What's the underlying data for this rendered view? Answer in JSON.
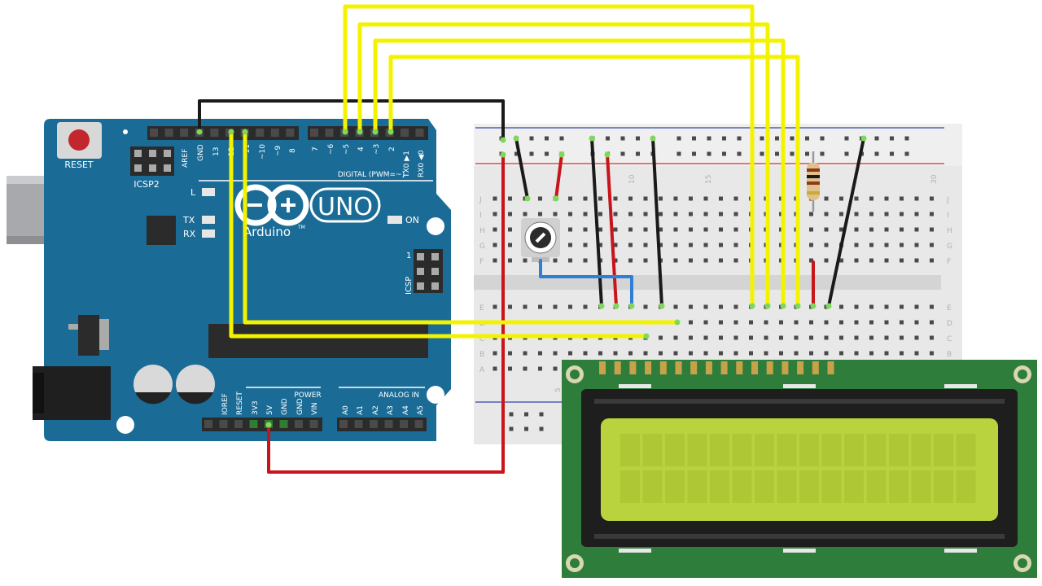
{
  "arduino": {
    "reset_label": "RESET",
    "icsp2_label": "ICSP2",
    "icsp_label": "ICSP",
    "top_header_labels": [
      "AREF",
      "GND",
      "13",
      "12",
      "~11",
      "~10",
      "~9",
      "8"
    ],
    "digital_header_labels": [
      "7",
      "~6",
      "~5",
      "4",
      "~3",
      "2",
      "TX0 ▶1",
      "RX0 ◀0"
    ],
    "digital_title": "DIGITAL (PWM=~)",
    "uno_label": "UNO",
    "brand": "Arduino",
    "trademark": "TM",
    "led_l": "L",
    "led_tx": "TX",
    "led_rx": "RX",
    "on_label": "ON",
    "icsp_pin1": "1",
    "power_title": "POWER",
    "power_labels": [
      "IOREF",
      "RESET",
      "3V3",
      "5V",
      "GND",
      "GND",
      "VIN"
    ],
    "analog_title": "ANALOG IN",
    "analog_labels": [
      "A0",
      "A1",
      "A2",
      "A3",
      "A4",
      "A5"
    ]
  },
  "breadboard": {
    "row_letters_top": [
      "J",
      "I",
      "H",
      "G",
      "F"
    ],
    "row_letters_bottom": [
      "E",
      "D",
      "C",
      "B",
      "A"
    ],
    "column_numbers": [
      "10",
      "15",
      "30"
    ],
    "column_number_5": "5"
  },
  "colors": {
    "board_blue": "#1a6c97",
    "wire_yellow": "#f3f300",
    "wire_red": "#c8141b",
    "wire_black": "#1a1a1a",
    "wire_blue": "#2f7fd6",
    "lcd_pcb": "#2f7d3a",
    "lcd_screen": "#b9d33e"
  },
  "icons": [
    "reset-button-icon",
    "potentiometer-icon",
    "resistor-icon",
    "capacitor-icon",
    "usb-connector-icon",
    "power-jack-icon"
  ]
}
